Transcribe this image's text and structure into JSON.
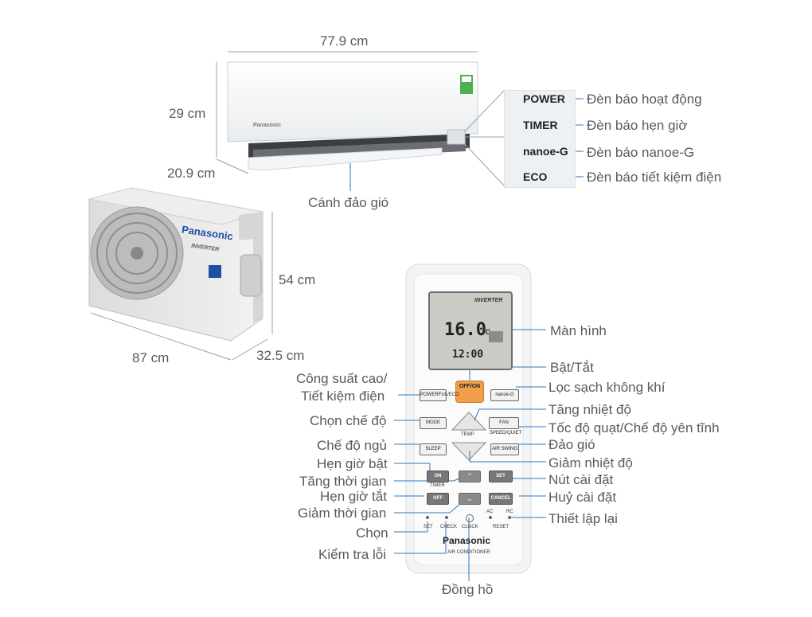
{
  "dimensions": {
    "indoor_width": "77.9 cm",
    "indoor_height": "29 cm",
    "indoor_depth": "20.9 cm",
    "outdoor_height": "54 cm",
    "outdoor_width": "87 cm",
    "outdoor_depth": "32.5 cm"
  },
  "indoor": {
    "louver_label": "Cánh đảo gió",
    "brand": "Panasonic"
  },
  "indicator_panel": {
    "items": [
      {
        "code": "POWER",
        "desc": "Đèn báo hoạt động"
      },
      {
        "code": "TIMER",
        "desc": "Đèn báo hẹn giờ"
      },
      {
        "code": "nanoe-G",
        "desc": "Đèn báo nanoe-G"
      },
      {
        "code": "ECO",
        "desc": "Đèn báo tiết kiệm điện"
      }
    ]
  },
  "outdoor": {
    "brand": "Panasonic",
    "inverter": "INVERTER"
  },
  "remote": {
    "lcd_brand": "INVERTER",
    "lcd_temp": "16.0",
    "lcd_unit": "°C",
    "lcd_clock": "12:00",
    "buttons": {
      "offon": "OFF/ON",
      "powerful_eco": "POWERFUL/ECO",
      "nanoe": "nanoe-G",
      "mode": "MODE",
      "temp": "TEMP",
      "fanspeed": "FAN SPEED/QUIET",
      "sleep": "SLEEP",
      "airswing": "AIR SWING",
      "on": "ON",
      "timer": "TIMER",
      "set": "SET",
      "off": "OFF",
      "cancel": "CANCEL",
      "ac": "AC",
      "rc": "RC",
      "reset": "RESET",
      "sel": "SET",
      "check": "CHECK",
      "clock": "CLOCK",
      "brand": "Panasonic",
      "sub": "AIR CONDITIONER"
    }
  },
  "callouts_left": {
    "powerful_line1": "Công suất cao/",
    "powerful_line2": "Tiết kiệm điện",
    "mode": "Chọn chế độ",
    "sleep": "Chế độ ngủ",
    "timer_on": "Hẹn giờ bật",
    "time_up": "Tăng thời gian",
    "timer_off": "Hẹn giờ tắt",
    "time_down": "Giảm thời gian",
    "select": "Chọn",
    "check": "Kiểm tra lỗi"
  },
  "callouts_right": {
    "screen": "Màn hình",
    "onoff": "Bật/Tắt",
    "nanoe": "Lọc sạch không khí",
    "temp_up": "Tăng nhiệt độ",
    "fan": "Tốc độ quạt/Chế độ yên tĩnh",
    "swing": "Đảo gió",
    "temp_down": "Giảm nhiệt độ",
    "set": "Nút cài đặt",
    "cancel": "Huỷ cài đặt",
    "reset": "Thiết lập lại"
  },
  "callout_bottom": {
    "clock": "Đồng hồ"
  },
  "colors": {
    "label": "#5a5a5a",
    "line": "#2b79c2",
    "offon": "#f0a04a",
    "lcd": "#c9cbc5"
  }
}
